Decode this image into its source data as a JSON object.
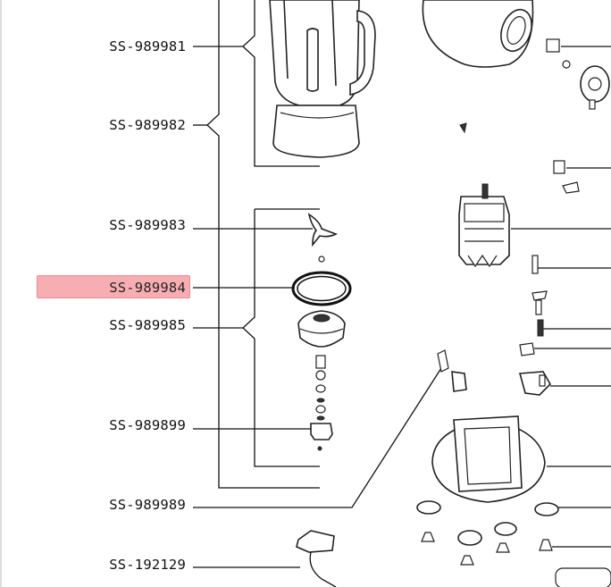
{
  "parts": [
    {
      "id": "part-989981",
      "ref": "SS-989981"
    },
    {
      "id": "part-989982",
      "ref": "SS-989982"
    },
    {
      "id": "part-989983",
      "ref": "SS-989983"
    },
    {
      "id": "part-989984",
      "ref": "SS-989984",
      "highlighted": true
    },
    {
      "id": "part-989985",
      "ref": "SS-989985"
    },
    {
      "id": "part-989899",
      "ref": "SS-989899"
    },
    {
      "id": "part-989989",
      "ref": "SS-989989"
    },
    {
      "id": "part-192129",
      "ref": "SS-192129"
    }
  ],
  "colors": {
    "highlight": "#f7a8ad",
    "line": "#111111",
    "background": "#ffffff"
  }
}
